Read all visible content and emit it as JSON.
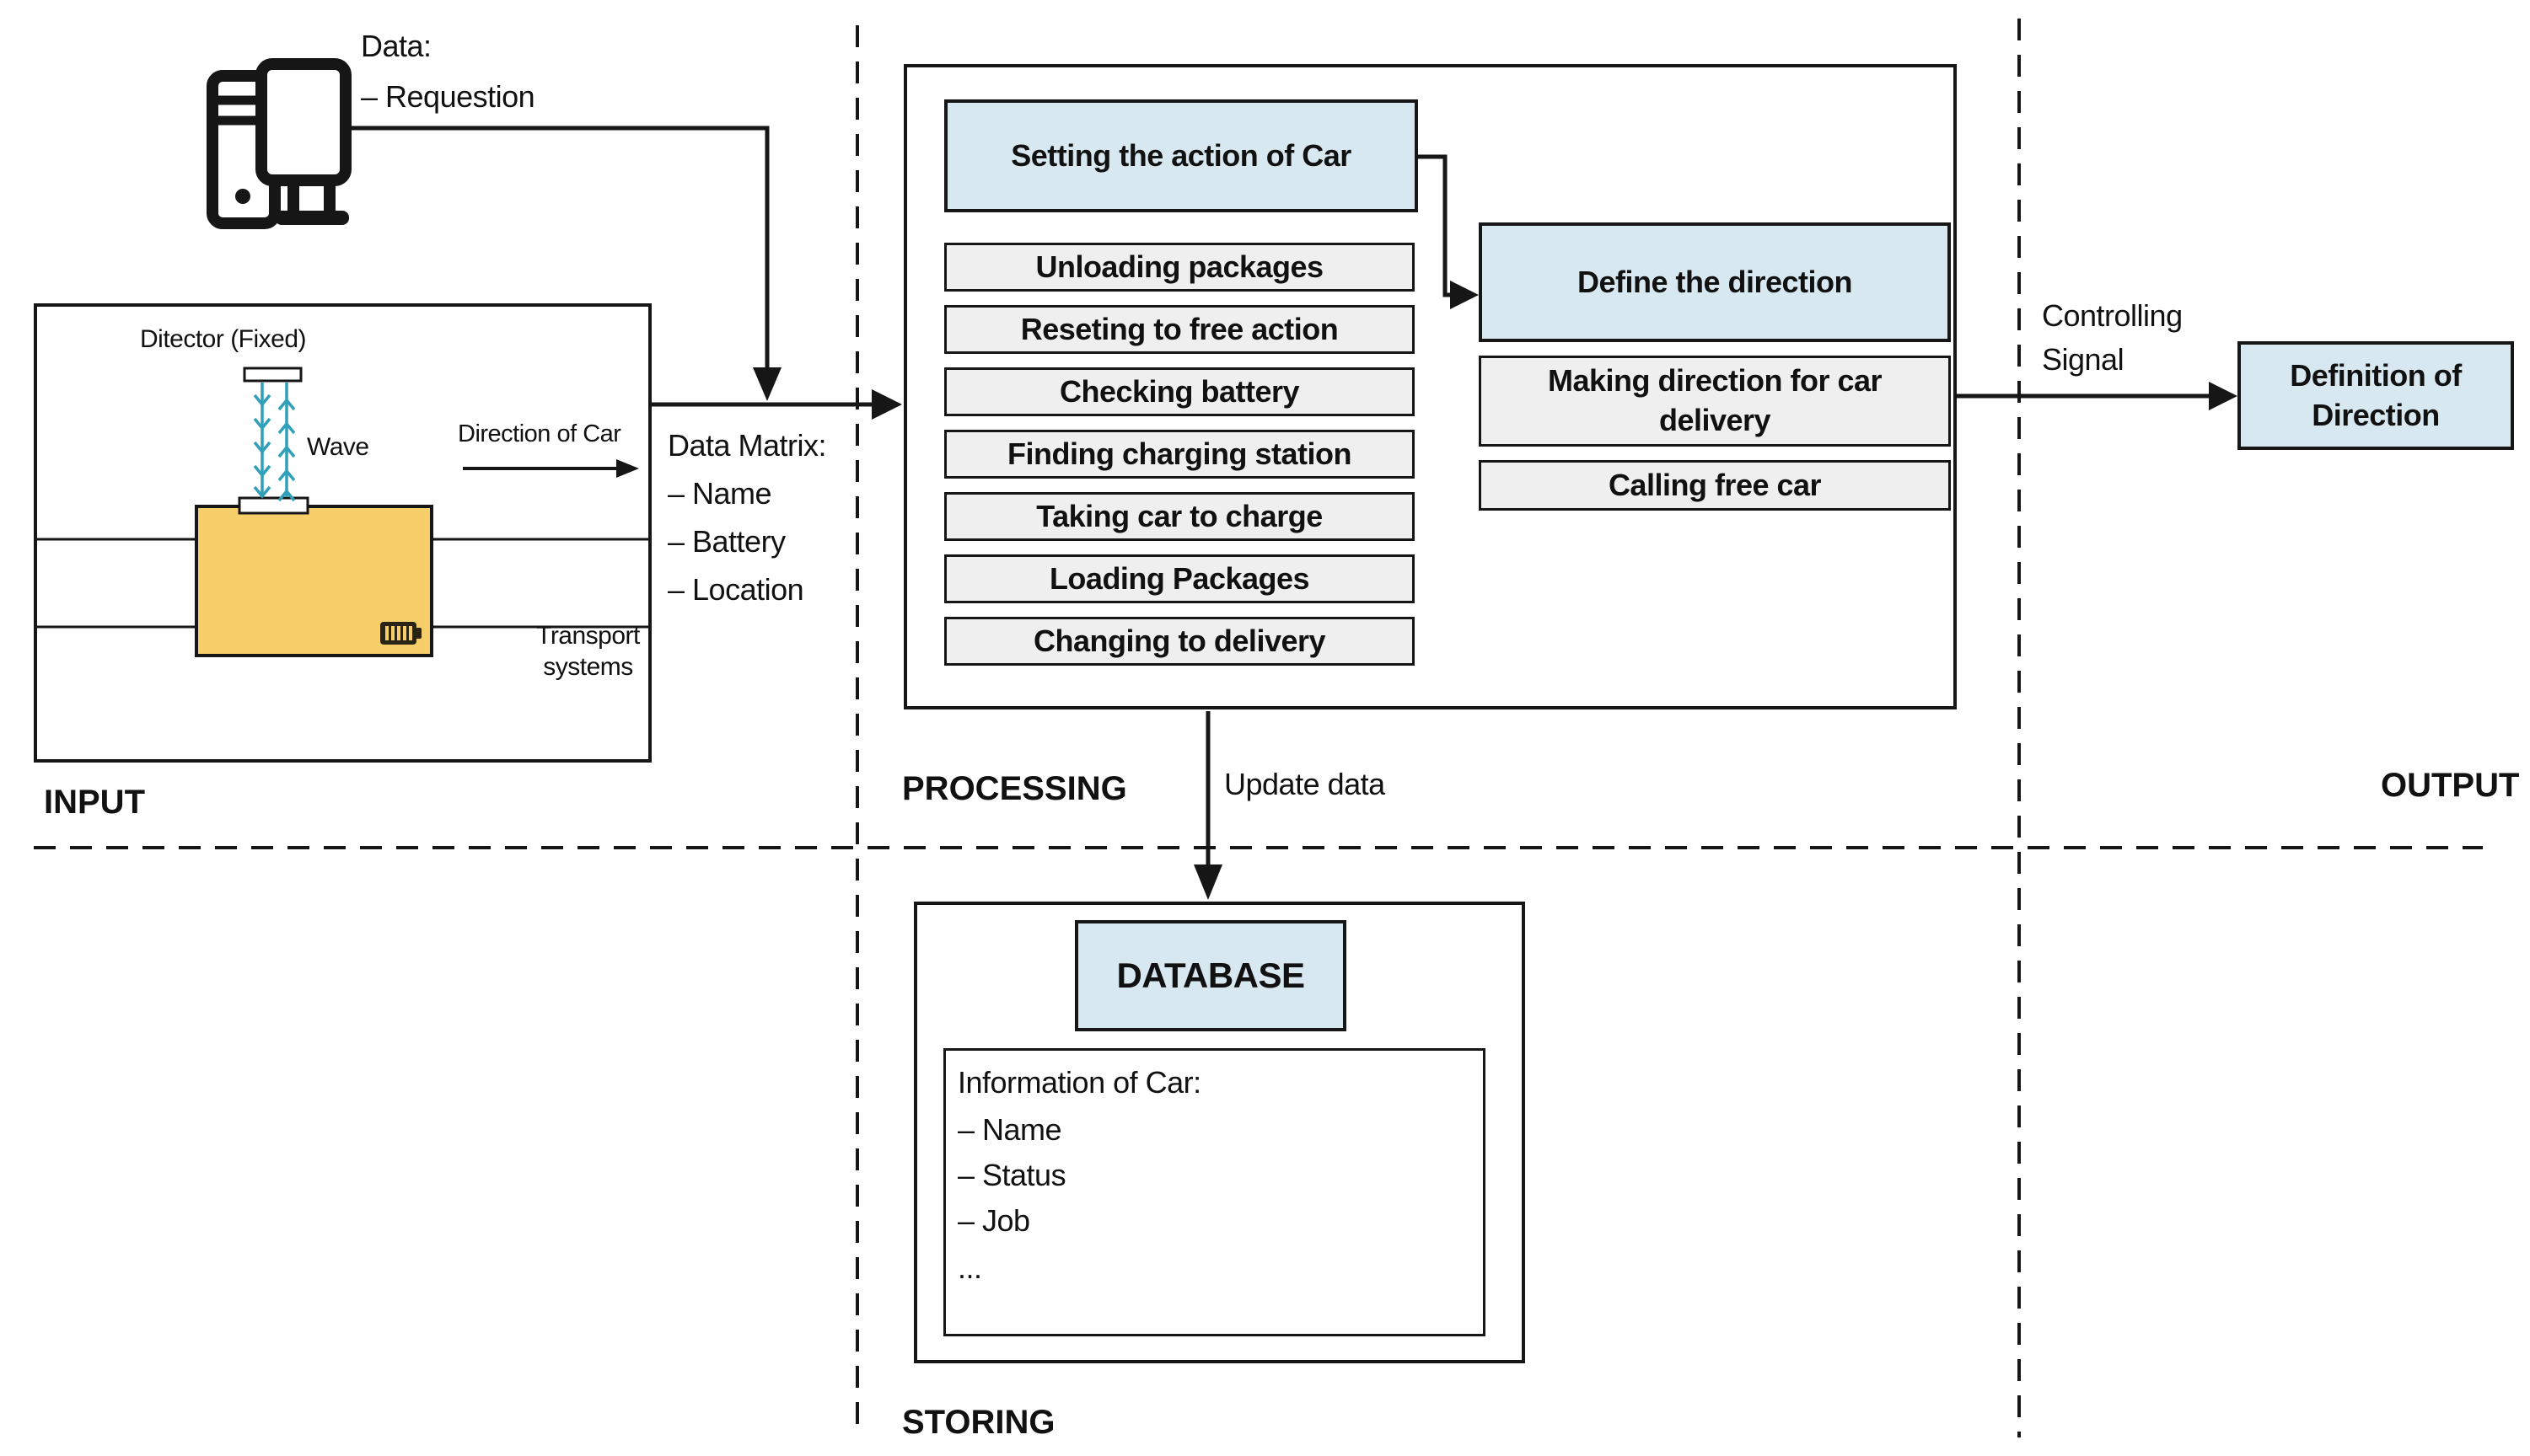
{
  "sections": {
    "input": "INPUT",
    "processing": "PROCESSING",
    "output": "OUTPUT",
    "storing": "STORING"
  },
  "input": {
    "computer": {
      "title": "Data:",
      "item": "– Requestion"
    },
    "detector_label": "Ditector (Fixed)",
    "wave_label": "Wave",
    "direction_label": "Direction of Car",
    "transport_label_line1": "Transport",
    "transport_label_line2": "systems",
    "data_matrix": {
      "title": "Data Matrix:",
      "items": [
        "– Name",
        "– Battery",
        "– Location"
      ]
    }
  },
  "processing": {
    "setting_box": "Setting the action of Car",
    "actions": [
      "Unloading packages",
      "Reseting to free action",
      "Checking battery",
      "Finding charging station",
      "Taking car to charge",
      "Loading Packages",
      "Changing to delivery"
    ],
    "define_box": "Define the direction",
    "direction_actions": [
      "Making direction for car delivery",
      "Calling free car"
    ],
    "update_label": "Update data"
  },
  "output": {
    "signal_label_line1": "Controlling",
    "signal_label_line2": "Signal",
    "definition_box": "Definition of Direction"
  },
  "storing": {
    "database_box": "DATABASE",
    "info": {
      "title": "Information of Car:",
      "items": [
        "– Name",
        "– Status",
        "– Job",
        "..."
      ]
    }
  },
  "colors": {
    "highlight_blue": "#d8e8f0",
    "action_gray": "#efefef",
    "car_yellow": "#f6cf6a",
    "wave_teal": "#2f9fba",
    "ink": "#161616"
  }
}
